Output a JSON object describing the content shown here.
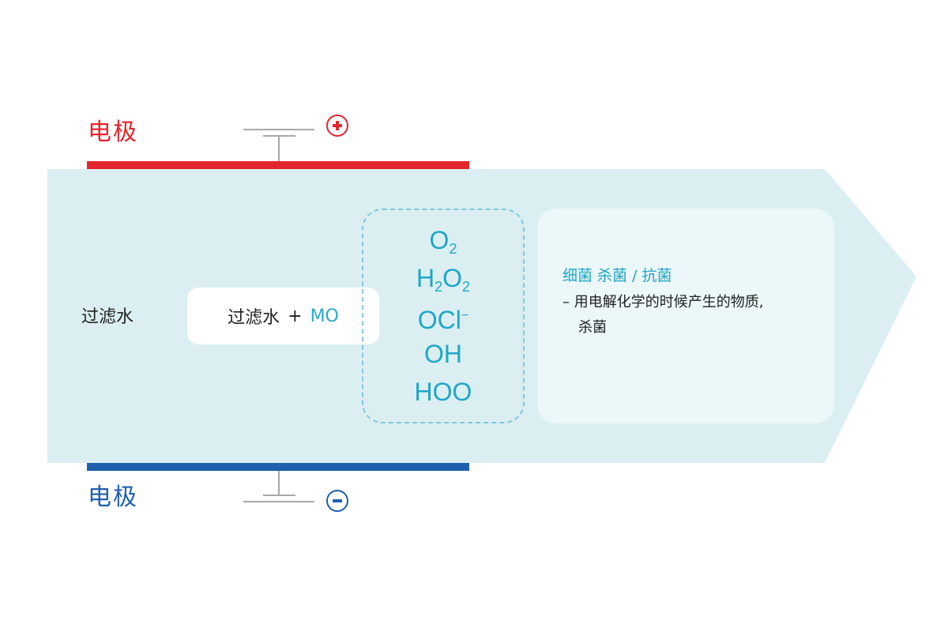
{
  "diagram": {
    "colors": {
      "positive": "#e3262e",
      "negative": "#1f5fae",
      "flow_fill": "#dbeff2",
      "accent_cyan": "#1fa6c8",
      "terminal_gray": "#a8a8a8"
    },
    "electrodes": {
      "top": {
        "label": "电极",
        "sign_icon": "plus-circle-icon"
      },
      "bottom": {
        "label": "电极",
        "sign_icon": "minus-circle-icon"
      }
    },
    "input_label": "过滤水",
    "mixture": {
      "base": "过滤水",
      "plus": "+",
      "additive": "MO"
    },
    "species": [
      {
        "base": "O",
        "sub": "2",
        "mid": "",
        "sub2": "",
        "sup": ""
      },
      {
        "base": "H",
        "sub": "2",
        "mid": "O",
        "sub2": "2",
        "sup": ""
      },
      {
        "base": "OCl",
        "sub": "",
        "mid": "",
        "sub2": "",
        "sup": "−"
      },
      {
        "base": "OH",
        "sub": "",
        "mid": "",
        "sub2": "",
        "sup": ""
      },
      {
        "base": "HOO",
        "sub": "",
        "mid": "",
        "sub2": "",
        "sup": ""
      }
    ],
    "result": {
      "title": "细菌 杀菌 / 抗菌",
      "desc_line1": "– 用电解化学的时候产生的物质,",
      "desc_line2": "杀菌"
    }
  }
}
